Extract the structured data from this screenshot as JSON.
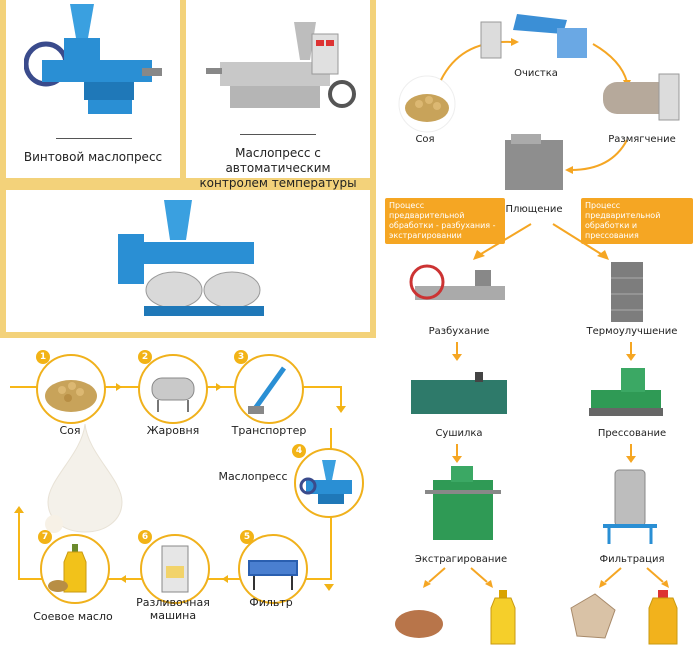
{
  "colors": {
    "panel_bg": "#f3d27a",
    "accent": "#f2b316",
    "callout": "#f5a623",
    "machine_blue": "#2a8fd4"
  },
  "cards": {
    "screw_press": "Винтовой маслопресс",
    "auto_press_line1": "Маслопресс с автоматическим",
    "auto_press_line2": "контролем температуры"
  },
  "flow": {
    "steps": [
      {
        "num": "1",
        "label": "Соя",
        "icon": "soybean-icon"
      },
      {
        "num": "2",
        "label": "Жаровня",
        "icon": "roaster-icon"
      },
      {
        "num": "3",
        "label": "Транспортер",
        "icon": "conveyor-icon"
      },
      {
        "num": "4",
        "label": "Маслопресс",
        "icon": "oil-press-icon"
      },
      {
        "num": "5",
        "label": "Фильтр",
        "icon": "filter-press-icon"
      },
      {
        "num": "6",
        "label_line1": "Разливочная",
        "label_line2": "машина",
        "icon": "filling-machine-icon"
      },
      {
        "num": "7",
        "label": "Соевое масло",
        "icon": "oil-bottle-icon"
      }
    ]
  },
  "right": {
    "soy": "Соя",
    "cleaning": "Очистка",
    "softening": "Размягчение",
    "flaking": "Плющение",
    "callout_left": "Процесс предварительной обработки - разбухания - экстрагировании",
    "callout_right": "Процесс предварительной обработки и прессования",
    "expanding": "Разбухание",
    "thermo": "Термоулучшение",
    "drying": "Сушилка",
    "pressing": "Прессование",
    "extraction": "Экстрагирование",
    "filtration": "Фильтрация"
  }
}
